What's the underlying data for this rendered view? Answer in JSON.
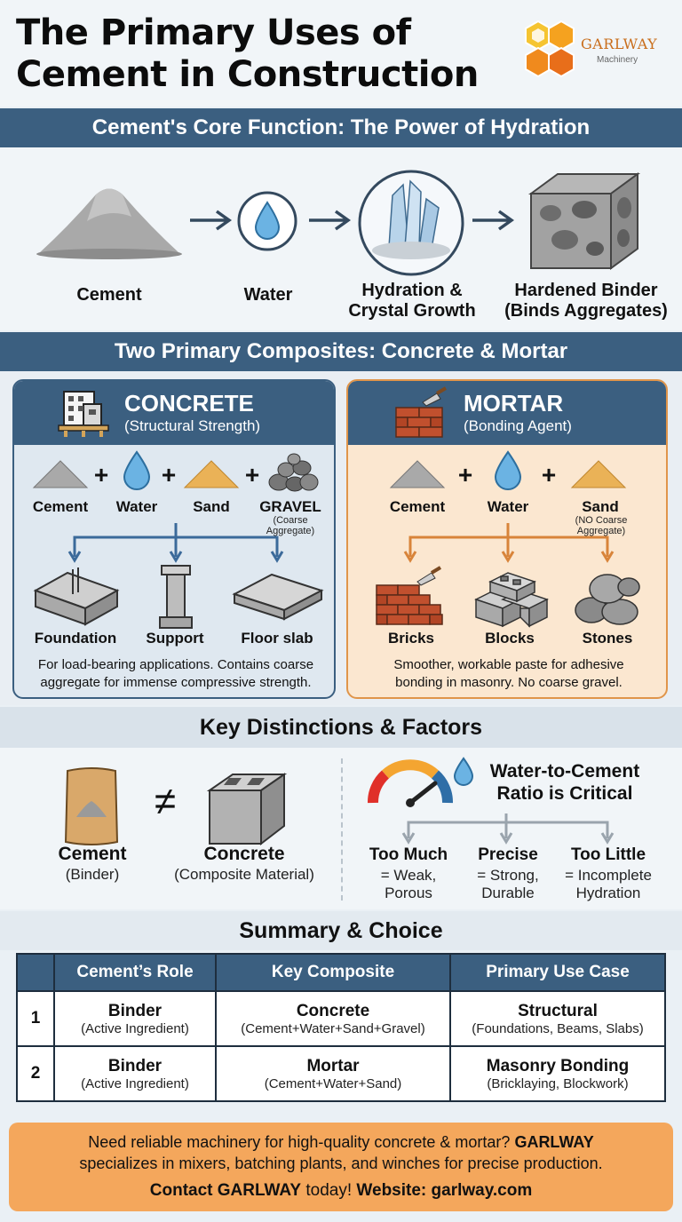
{
  "header": {
    "title_line1": "The Primary Uses of",
    "title_line2": "Cement in Construction",
    "logo_name": "GARLWAY",
    "logo_sub": "Machinery"
  },
  "hydration": {
    "heading": "Cement's Core Function: The Power of Hydration",
    "steps": [
      {
        "label": "Cement"
      },
      {
        "label": "Water"
      },
      {
        "label1": "Hydration &",
        "label2": "Crystal Growth"
      },
      {
        "label1": "Hardened Binder",
        "label2": "(Binds Aggregates)"
      }
    ]
  },
  "composites": {
    "heading": "Two Primary Composites: Concrete & Mortar",
    "concrete": {
      "title": "CONCRETE",
      "subtitle": "(Structural Strength)",
      "ingredients": [
        "Cement",
        "Water",
        "Sand",
        "GRAVEL"
      ],
      "gravel_note1": "(Coarse",
      "gravel_note2": "Aggregate)",
      "uses": [
        "Foundation",
        "Support",
        "Floor slab"
      ],
      "desc1": "For load-bearing applications. Contains coarse",
      "desc2": "aggregate for immense compressive strength."
    },
    "mortar": {
      "title": "MORTAR",
      "subtitle": "(Bonding Agent)",
      "ingredients": [
        "Cement",
        "Water",
        "Sand"
      ],
      "sand_note1": "(NO Coarse",
      "sand_note2": "Aggregate)",
      "uses": [
        "Bricks",
        "Blocks",
        "Stones"
      ],
      "desc1": "Smoother, workable paste for adhesive",
      "desc2": "bonding in masonry. No coarse gravel."
    }
  },
  "distinctions": {
    "heading": "Key Distinctions & Factors",
    "cement": "Cement",
    "cement_sub": "(Binder)",
    "neq": "≠",
    "concrete": "Concrete",
    "concrete_sub": "(Composite Material)",
    "ratio1": "Water-to-Cement",
    "ratio2": "Ratio is Critical",
    "outcomes": [
      {
        "t": "Too Much",
        "l1": "= Weak,",
        "l2": "Porous"
      },
      {
        "t": "Precise",
        "l1": "= Strong,",
        "l2": "Durable"
      },
      {
        "t": "Too Little",
        "l1": "= Incomplete",
        "l2": "Hydration"
      }
    ]
  },
  "summary": {
    "heading": "Summary & Choice",
    "columns": [
      "",
      "Cement’s Role",
      "Key Composite",
      "Primary Use Case"
    ],
    "rows": [
      {
        "n": "1",
        "role": "Binder",
        "role_sub": "(Active Ingredient)",
        "comp": "Concrete",
        "comp_sub": "(Cement+Water+Sand+Gravel)",
        "use": "Structural",
        "use_sub": "(Foundations, Beams, Slabs)"
      },
      {
        "n": "2",
        "role": "Binder",
        "role_sub": "(Active Ingredient)",
        "comp": "Mortar",
        "comp_sub": "(Cement+Water+Sand)",
        "use": "Masonry Bonding",
        "use_sub": "(Bricklaying, Blockwork)"
      }
    ]
  },
  "footer": {
    "line1a": "Need reliable machinery for high-quality concrete & mortar? ",
    "line1b": "GARLWAY",
    "line2": "specializes in mixers, batching plants, and winches for precise production.",
    "contact_a": "Contact ",
    "contact_b": "GARLWAY",
    "contact_c": " today! ",
    "contact_d": "Website: garlway.com"
  },
  "colors": {
    "navy": "#3b5f80",
    "orange": "#f4a75c",
    "mortar_bg": "#fbe7d0",
    "concrete_bg": "#dfe8f0"
  }
}
